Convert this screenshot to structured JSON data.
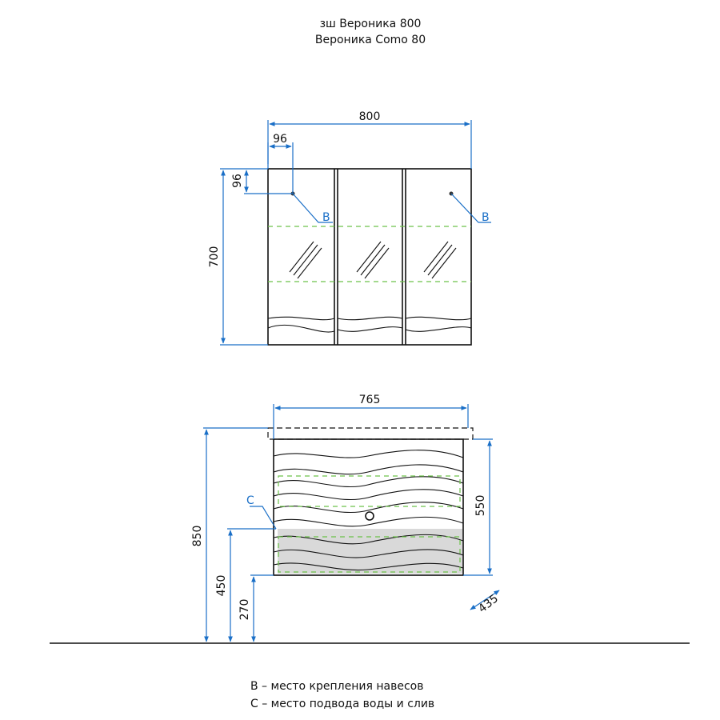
{
  "title": {
    "line1": "зш Вероника 800",
    "line2": "Вероника Como 80"
  },
  "mirror_cabinet": {
    "width": "800",
    "height": "700",
    "hinge_offset_x": "96",
    "hinge_offset_y": "96",
    "marker_left": "B",
    "marker_right": "B"
  },
  "vanity": {
    "width": "765",
    "total_height": "850",
    "body_height": "550",
    "water_height": "450",
    "mount_height": "270",
    "depth": "435",
    "marker": "C"
  },
  "legend": {
    "line1": "B – место крепления навесов",
    "line2": "C – место подвода воды и слив"
  },
  "colors": {
    "dimension_lines": "#1a6fc7",
    "outline": "#111111",
    "mounting_zone": "#6cc24a",
    "service_zone_fill": "#d9d9d9"
  }
}
